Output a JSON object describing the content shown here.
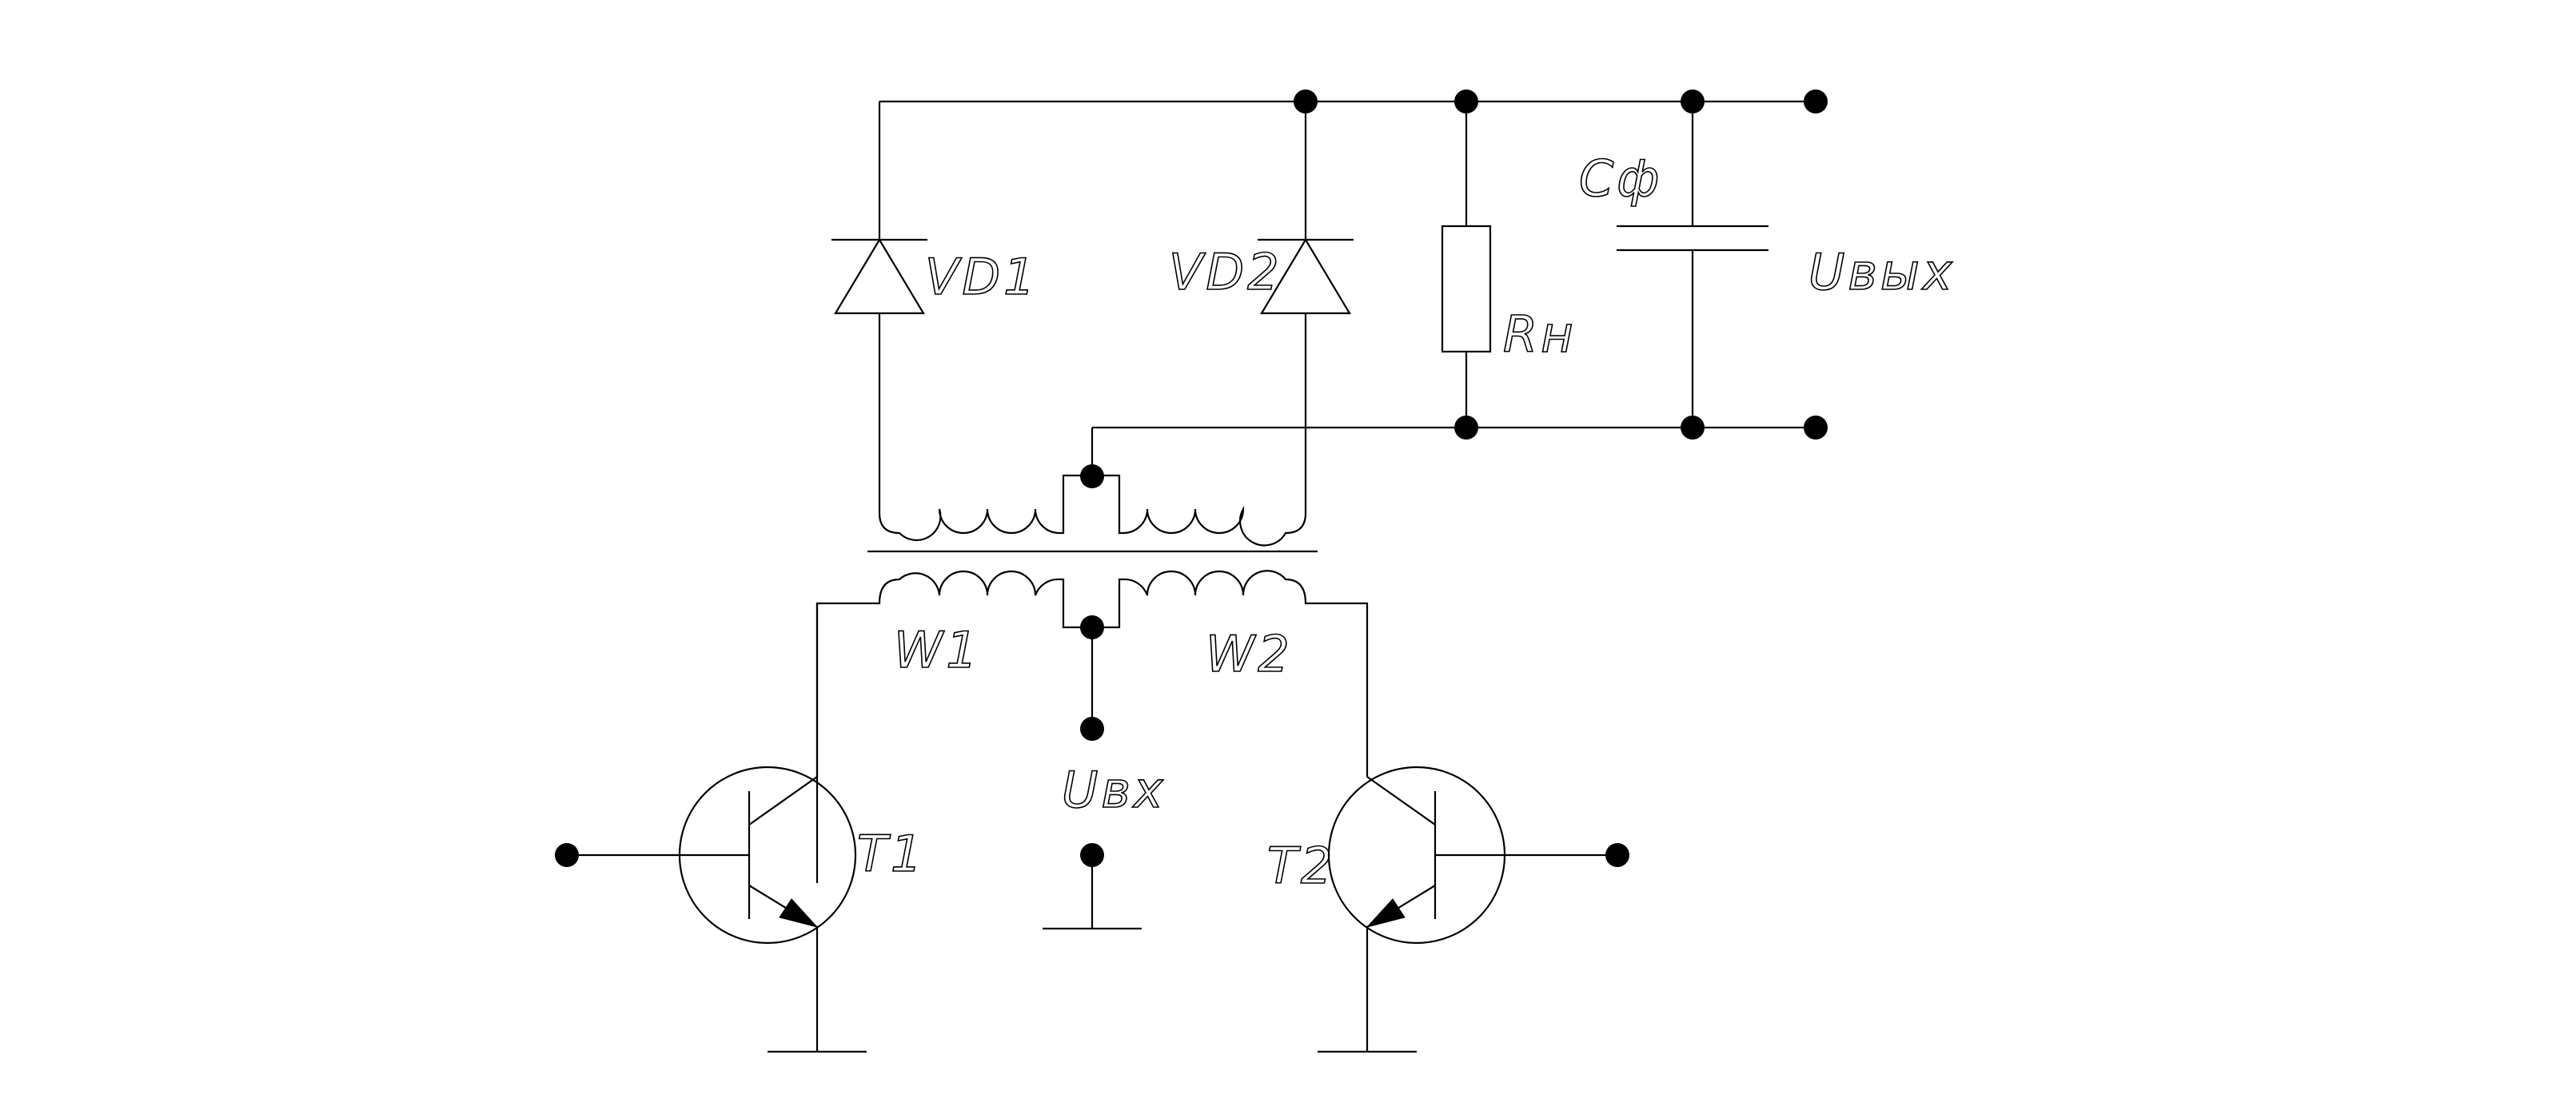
{
  "schematic": {
    "labels": {
      "vd1": "VD1",
      "vd2": "VD2",
      "rn": "Rн",
      "cf": "Cф",
      "uout": "Uвых",
      "w1": "W1",
      "w2": "W2",
      "uin": "Uвх",
      "t1": "T1",
      "t2": "T2"
    }
  }
}
